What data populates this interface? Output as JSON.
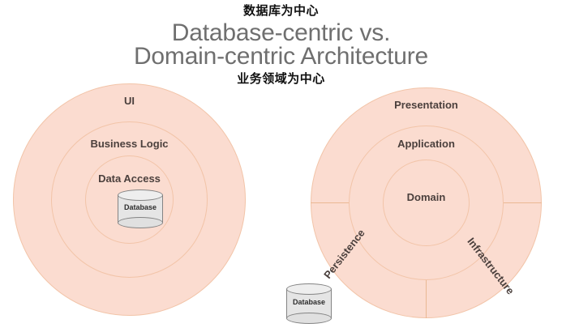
{
  "title": {
    "line1": "Database-centric vs.",
    "line2": "Domain-centric Architecture",
    "annotation_top": "数据库为中心",
    "annotation_bottom": "业务领域为中心",
    "color": "#6f6f6f",
    "annotation_color": "#101010"
  },
  "colors": {
    "ring_fill": "#fbdcd0",
    "ring_border": "#f2c4a8",
    "divider": "#eab894",
    "label_text": "#4b403d",
    "cylinder_fill": "#e5e5e5",
    "cylinder_stroke": "#848484",
    "background": "#ffffff"
  },
  "left_diagram": {
    "name": "database-centric-architecture",
    "rings": [
      {
        "id": "ui",
        "label": "UI"
      },
      {
        "id": "business-logic",
        "label": "Business Logic"
      },
      {
        "id": "data-access",
        "label": "Data Access"
      }
    ],
    "cylinder": {
      "label": "Database"
    }
  },
  "right_diagram": {
    "name": "domain-centric-architecture",
    "rings": [
      {
        "id": "presentation",
        "label": "Presentation"
      },
      {
        "id": "application",
        "label": "Application"
      },
      {
        "id": "domain",
        "label": "Domain"
      }
    ],
    "sectors": [
      {
        "id": "persistence",
        "label": "Persistence"
      },
      {
        "id": "infrastructure",
        "label": "Infrastructure"
      }
    ]
  },
  "bottom_cylinder": {
    "label": "Database"
  }
}
